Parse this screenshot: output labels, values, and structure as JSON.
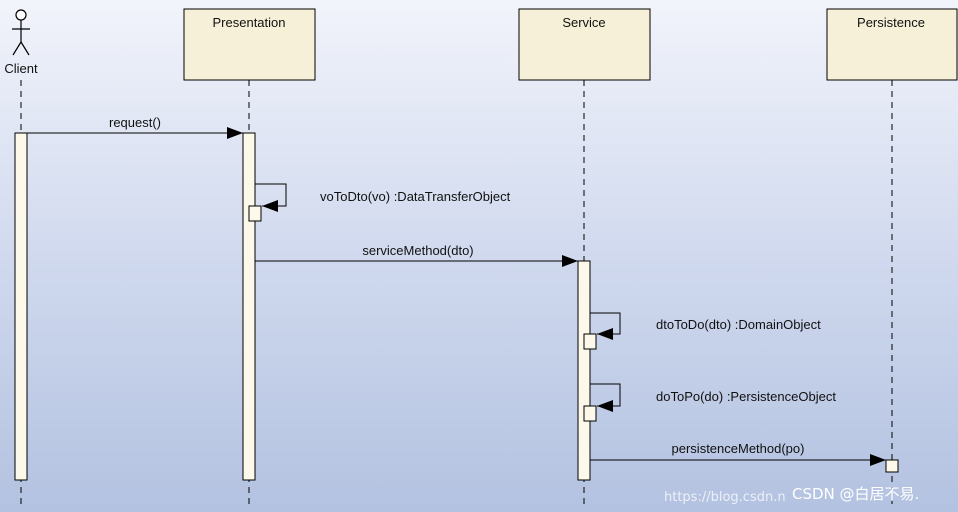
{
  "actor": {
    "name": "Client"
  },
  "lifelines": [
    {
      "name": "Presentation"
    },
    {
      "name": "Service"
    },
    {
      "name": "Persistence"
    }
  ],
  "messages": [
    {
      "label": "request()"
    },
    {
      "label": "voToDto(vo) :DataTransferObject"
    },
    {
      "label": "serviceMethod(dto)"
    },
    {
      "label": "dtoToDo(dto) :DomainObject"
    },
    {
      "label": "doToPo(do) :PersistenceObject"
    },
    {
      "label": "persistenceMethod(po)"
    }
  ],
  "watermark": {
    "url": "https://blog.csdn.n",
    "credit": "CSDN @白居不易."
  },
  "colors": {
    "box_fill": "#f6f0d8",
    "activation_fill": "#fcf8ea",
    "line": "#000000",
    "watermark": "#ffffff"
  }
}
